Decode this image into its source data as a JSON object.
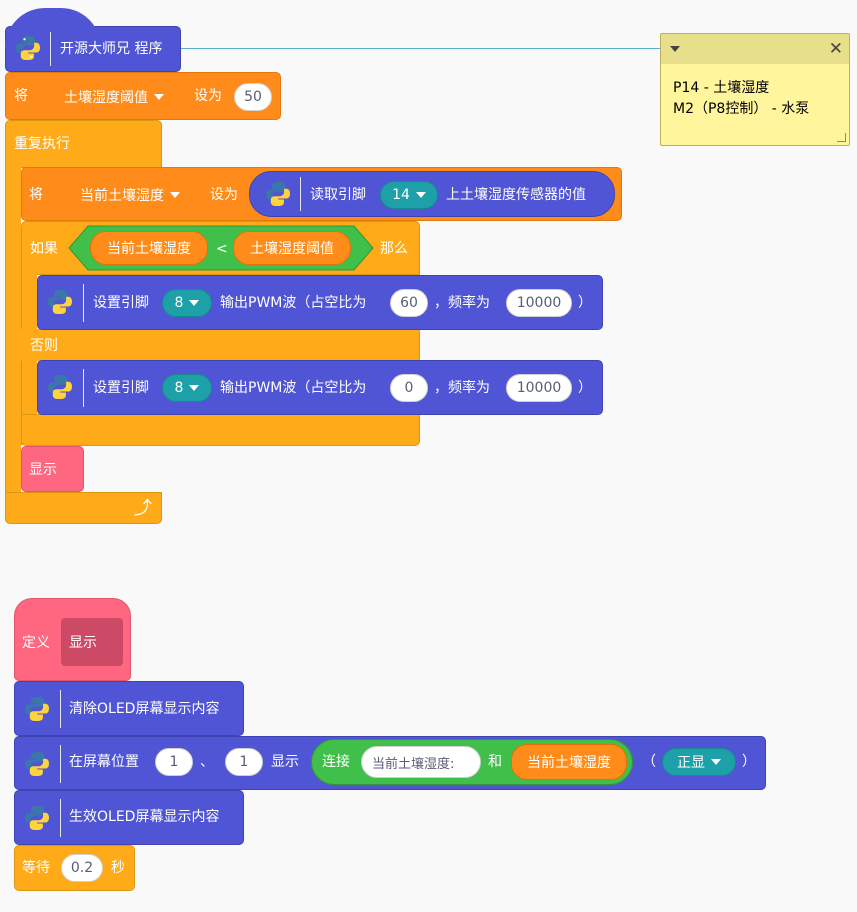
{
  "hat": {
    "title": "开源大师兄 程序"
  },
  "comment": {
    "lines": [
      "P14 - 土壤湿度",
      "M2（P8控制） - 水泵"
    ]
  },
  "set_threshold": {
    "prefix": "将",
    "var": "土壤湿度阈值",
    "mid": "设为",
    "value": "50"
  },
  "repeat": {
    "label": "重复执行"
  },
  "set_current": {
    "prefix": "将",
    "var": "当前土壤湿度",
    "mid": "设为",
    "read_label": "读取引脚",
    "pin": "14",
    "read_suffix": "上土壤湿度传感器的值"
  },
  "if_block": {
    "if_label": "如果",
    "left": "当前土壤湿度",
    "op": "<",
    "right": "土壤湿度阈值",
    "then_label": "那么",
    "else_label": "否则"
  },
  "pwm_on": {
    "label": "设置引脚",
    "pin": "8",
    "mid": "输出PWM波（占空比为",
    "duty": "60",
    "freq_label": "，频率为",
    "freq": "10000",
    "end": "）"
  },
  "pwm_off": {
    "label": "设置引脚",
    "pin": "8",
    "mid": "输出PWM波（占空比为",
    "duty": "0",
    "freq_label": "，频率为",
    "freq": "10000",
    "end": "）"
  },
  "call_display": {
    "label": "显示"
  },
  "define": {
    "label": "定义",
    "name": "显示"
  },
  "oled_clear": {
    "label": "清除OLED屏幕显示内容"
  },
  "oled_show": {
    "label": "在屏幕位置",
    "x": "1",
    "comma": "、",
    "y": "1",
    "show_label": "显示",
    "join_label": "连接",
    "text": "当前土壤湿度:",
    "and_label": "和",
    "var": "当前土壤湿度",
    "paren_open": "（",
    "mode": "正显",
    "paren_close": "）"
  },
  "oled_apply": {
    "label": "生效OLED屏幕显示内容"
  },
  "wait": {
    "label": "等待",
    "value": "0.2",
    "unit": "秒"
  },
  "icons": {
    "python": "python-logo-icon",
    "loop_arrow": "loop-arrow-icon",
    "dropdown": "chevron-down-icon"
  }
}
